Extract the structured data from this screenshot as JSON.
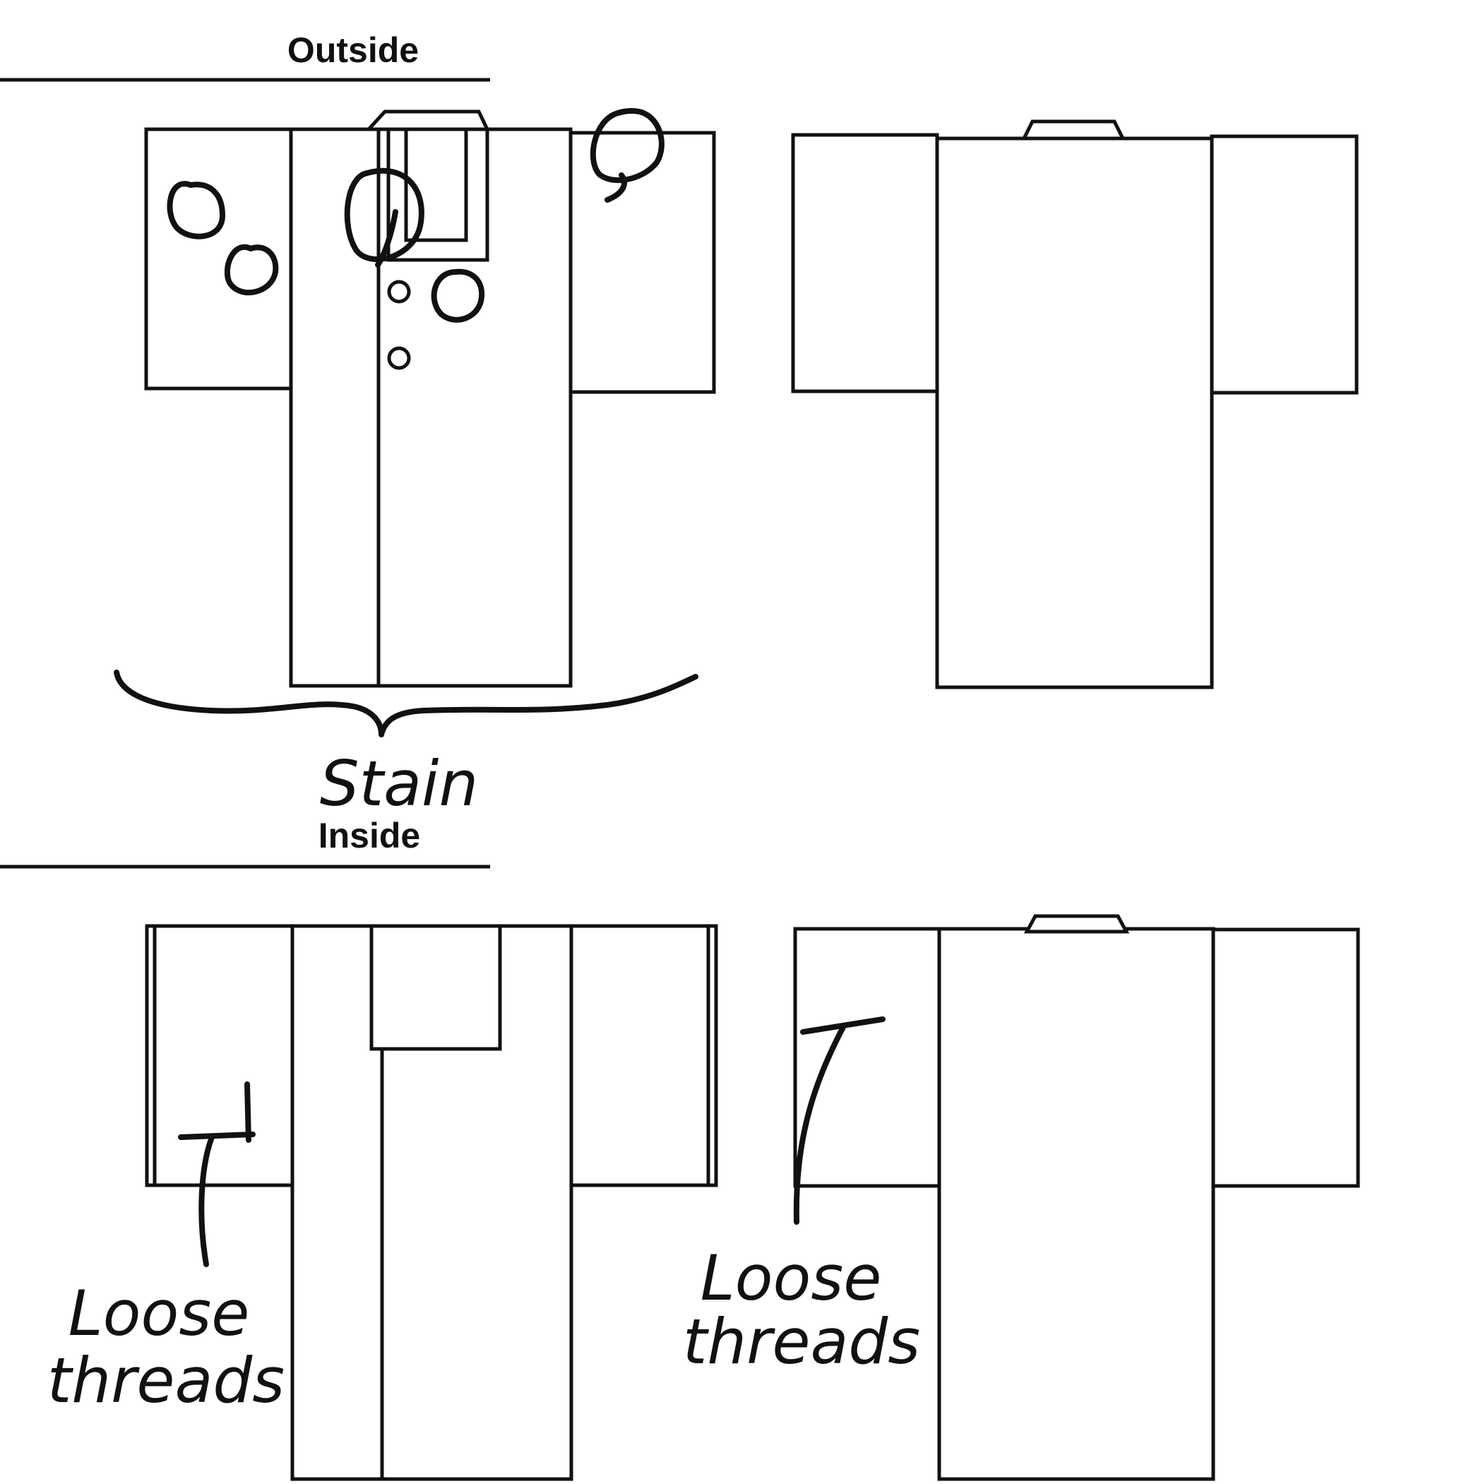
{
  "sections": {
    "outside": "Outside",
    "inside": "Inside"
  },
  "annotations": {
    "stain": "Stain",
    "loose_threads_left": [
      "Loose",
      "threads"
    ],
    "loose_threads_right": [
      "Loose",
      "threads"
    ]
  },
  "colors": {
    "ink": "#111111",
    "paper": "#ffffff"
  }
}
